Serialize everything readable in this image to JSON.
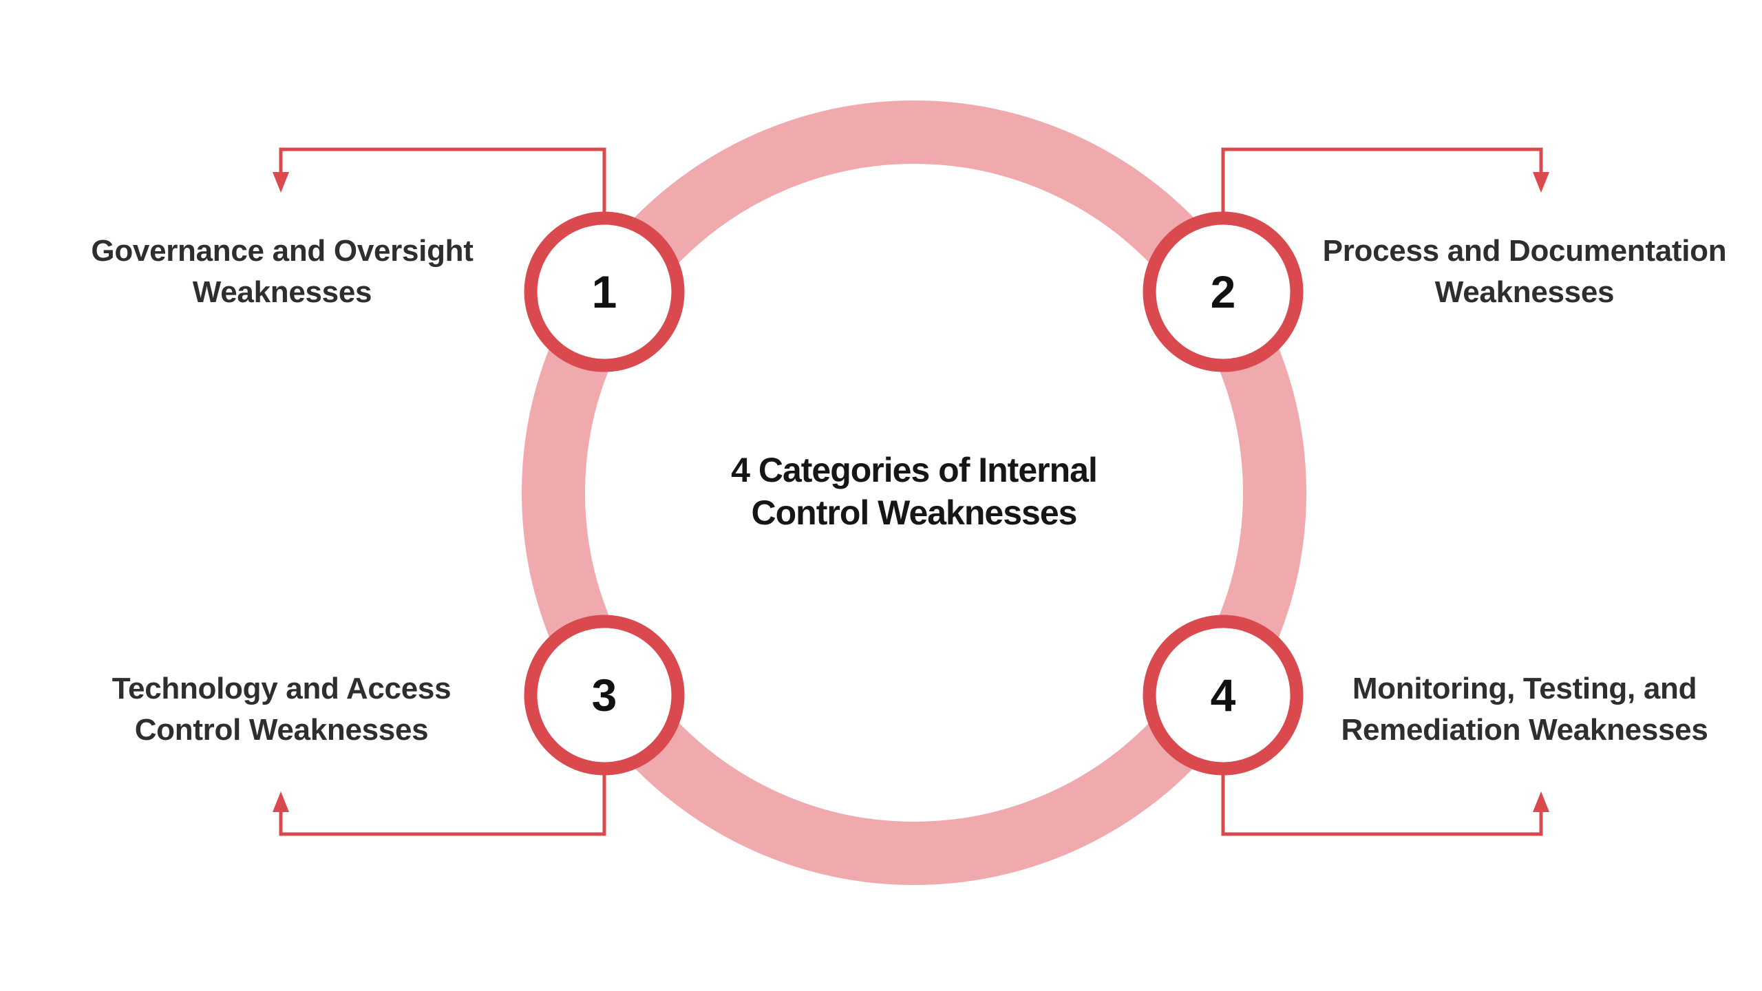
{
  "title": {
    "line1": "4 Categories of Internal",
    "line2": "Control Weaknesses"
  },
  "categories": [
    {
      "number": "1",
      "label_line1": "Governance and Oversight",
      "label_line2": "Weaknesses",
      "position": "top-left"
    },
    {
      "number": "2",
      "label_line1": "Process and Documentation",
      "label_line2": "Weaknesses",
      "position": "top-right"
    },
    {
      "number": "3",
      "label_line1": "Technology and Access",
      "label_line2": "Control Weaknesses",
      "position": "bottom-left"
    },
    {
      "number": "4",
      "label_line1": "Monitoring, Testing, and",
      "label_line2": "Remediation Weaknesses",
      "position": "bottom-right"
    }
  ],
  "colors": {
    "background": "#FFFFFF",
    "ring_pink": "#F0A9AD",
    "accent_red": "#D9494E",
    "title_text": "#161616",
    "label_text": "#2E2E2E",
    "number_text": "#111111"
  }
}
